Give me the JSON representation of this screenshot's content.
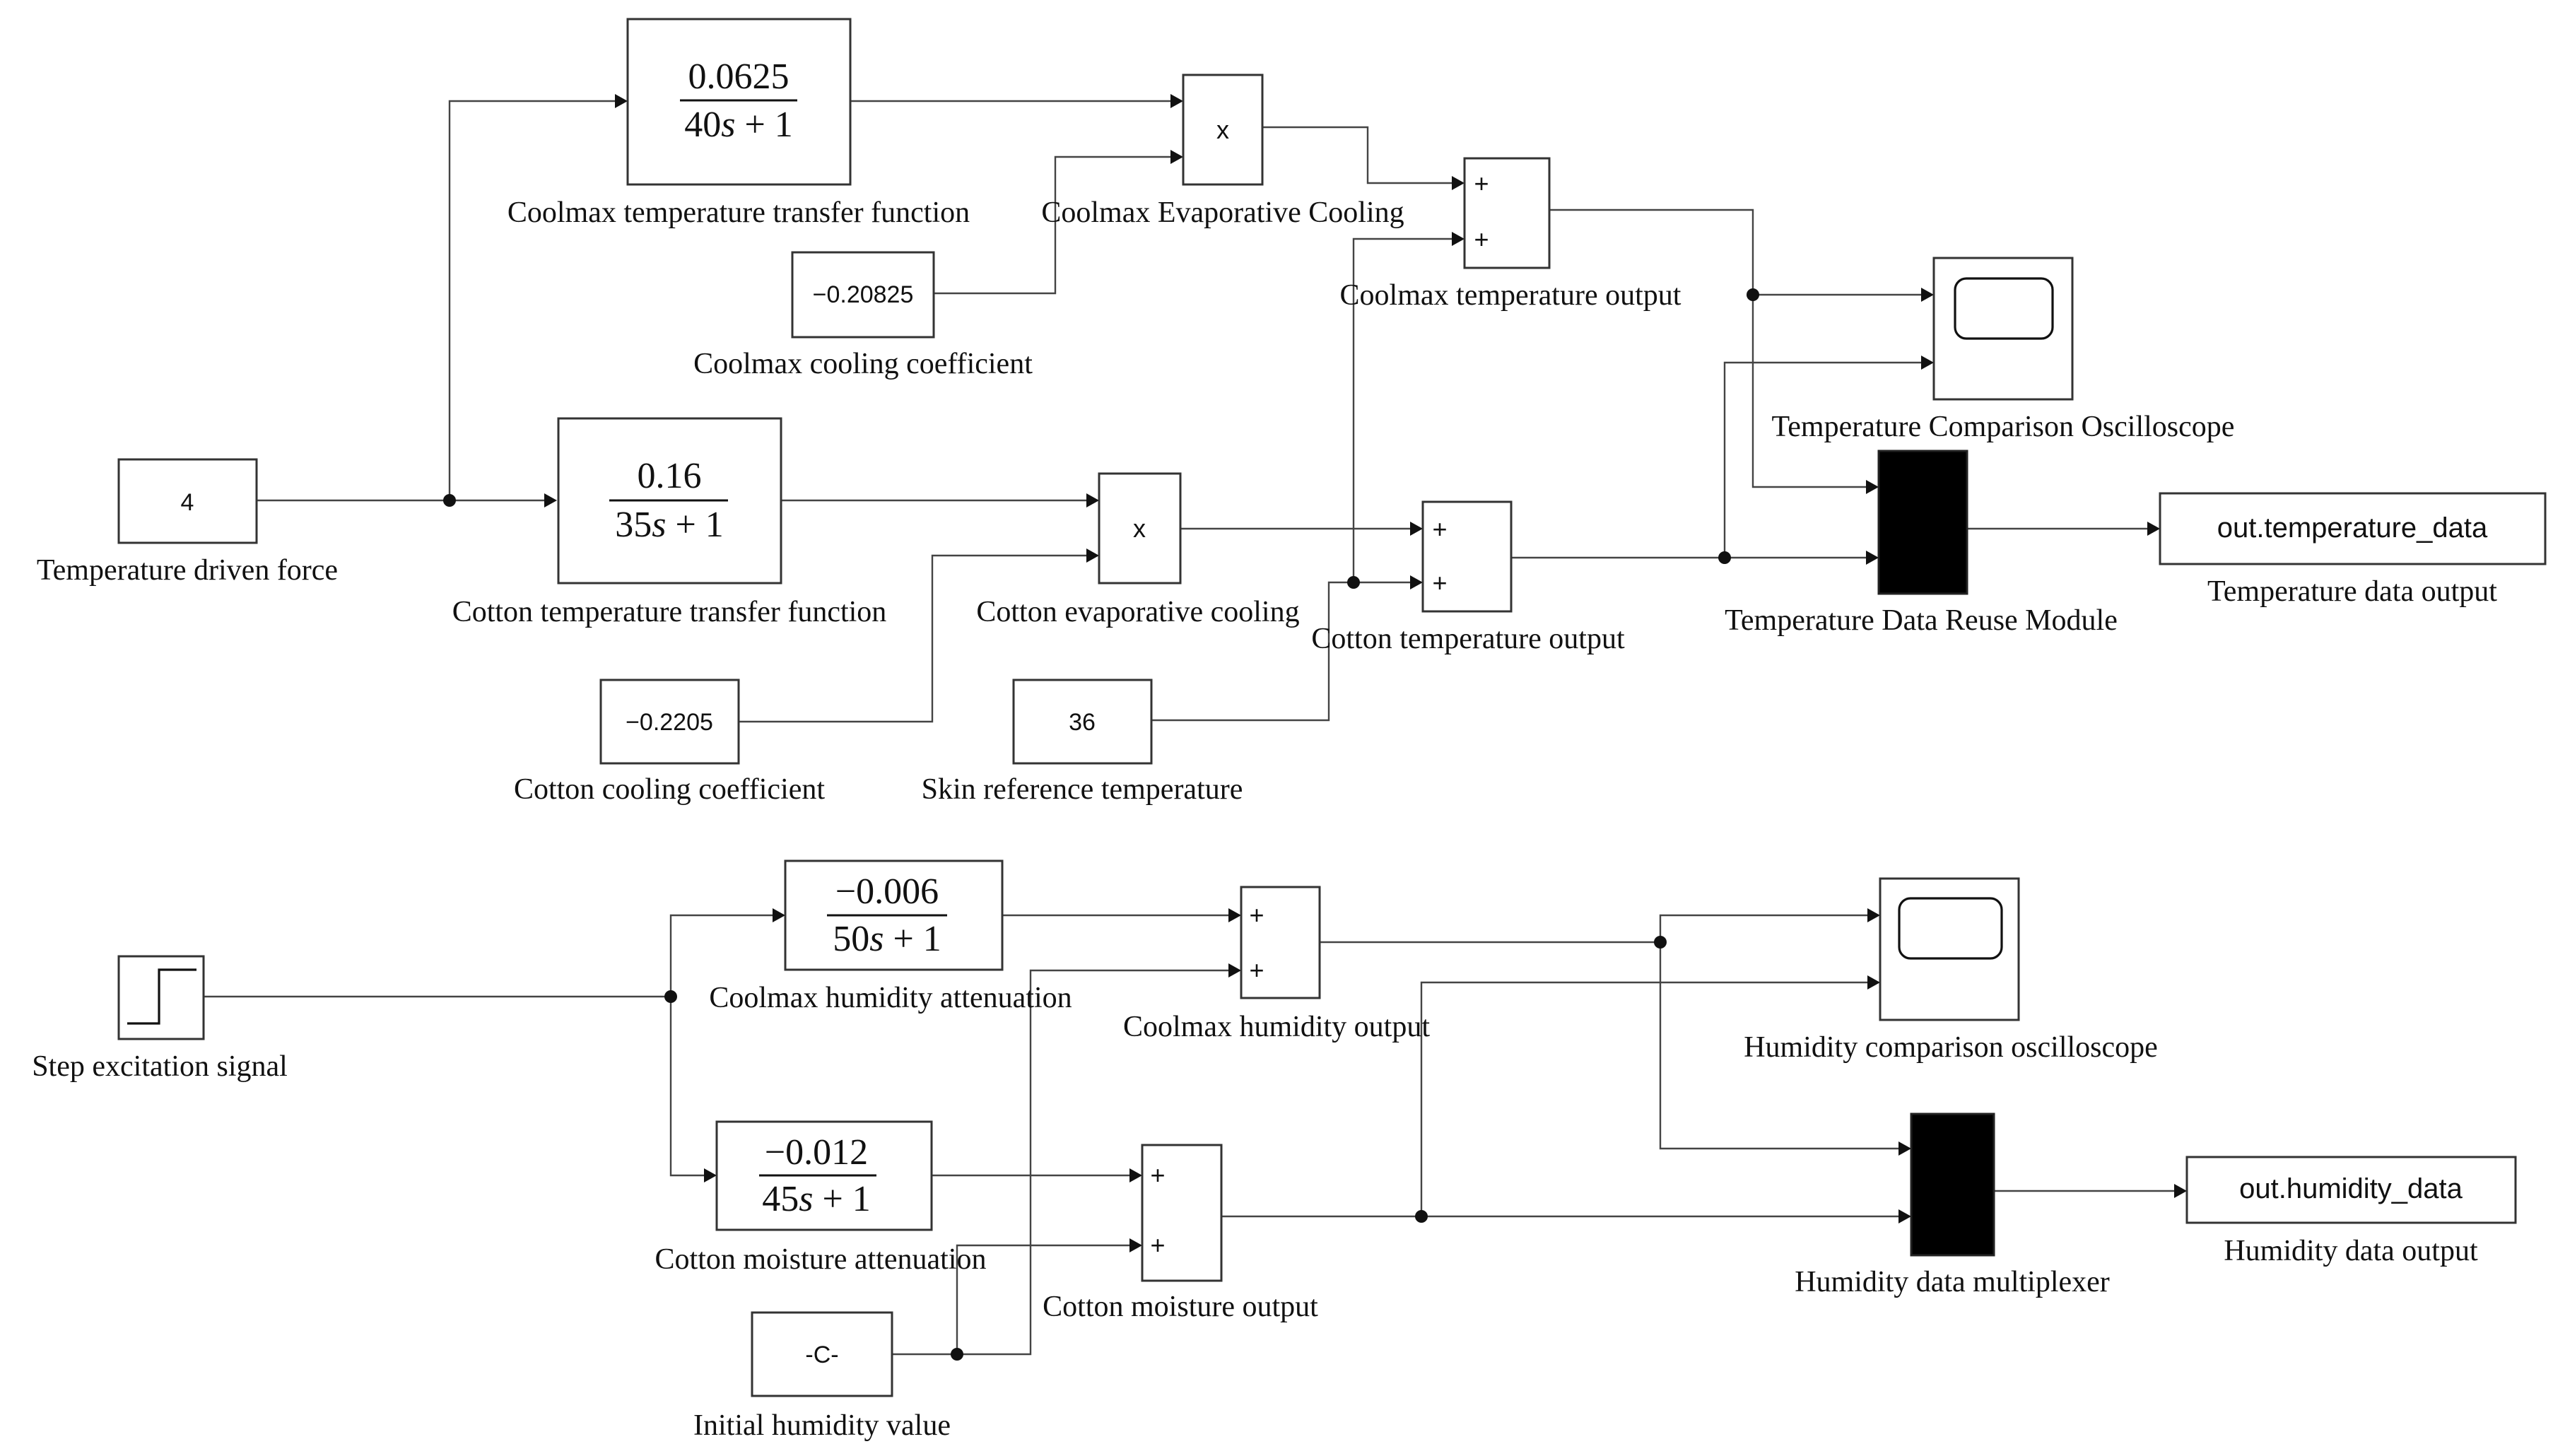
{
  "blocks": {
    "temp_force": {
      "value": "4",
      "label": "Temperature driven force"
    },
    "coolmax_tf": {
      "num": "0.0625",
      "den_coef": "40",
      "den_var": "s",
      "den_rest": " + 1",
      "label": "Coolmax temperature transfer function"
    },
    "cotton_tf": {
      "num": "0.16",
      "den_coef": "35",
      "den_var": "s",
      "den_rest": " + 1",
      "label": "Cotton temperature transfer function"
    },
    "coolmax_coeff": {
      "value": "−0.20825",
      "label": "Coolmax cooling coefficient"
    },
    "cotton_coeff": {
      "value": "−0.2205",
      "label": "Cotton cooling coefficient"
    },
    "coolmax_evap": {
      "symbol": "x",
      "label": "Coolmax Evaporative Cooling"
    },
    "cotton_evap": {
      "symbol": "x",
      "label": "Cotton evaporative cooling"
    },
    "skin_ref": {
      "value": "36",
      "label": "Skin reference temperature"
    },
    "coolmax_temp_out": {
      "signs": [
        "+",
        "+"
      ],
      "label": "Coolmax temperature output"
    },
    "cotton_temp_out": {
      "signs": [
        "+",
        "+"
      ],
      "label": "Cotton temperature output"
    },
    "temp_scope": {
      "label": "Temperature Comparison Oscilloscope"
    },
    "temp_mux": {
      "label": "Temperature Data Reuse Module"
    },
    "temp_to_ws": {
      "value": "out.temperature_data",
      "label": "Temperature data output"
    },
    "step": {
      "label": "Step excitation signal"
    },
    "coolmax_hum_tf": {
      "num": "−0.006",
      "den_coef": "50",
      "den_var": "s",
      "den_rest": " + 1",
      "label": "Coolmax humidity attenuation"
    },
    "cotton_hum_tf": {
      "num": "−0.012",
      "den_coef": "45",
      "den_var": "s",
      "den_rest": " + 1",
      "label": "Cotton moisture attenuation"
    },
    "coolmax_hum_out": {
      "signs": [
        "+",
        "+"
      ],
      "label": "Coolmax humidity output"
    },
    "cotton_moist_out": {
      "signs": [
        "+",
        "+"
      ],
      "label": "Cotton moisture output"
    },
    "init_hum": {
      "value": "-C-",
      "label": "Initial humidity value"
    },
    "hum_scope": {
      "label": "Humidity comparison oscilloscope"
    },
    "hum_mux": {
      "label": "Humidity data multiplexer"
    },
    "hum_to_ws": {
      "value": "out.humidity_data",
      "label": "Humidity data output"
    }
  }
}
